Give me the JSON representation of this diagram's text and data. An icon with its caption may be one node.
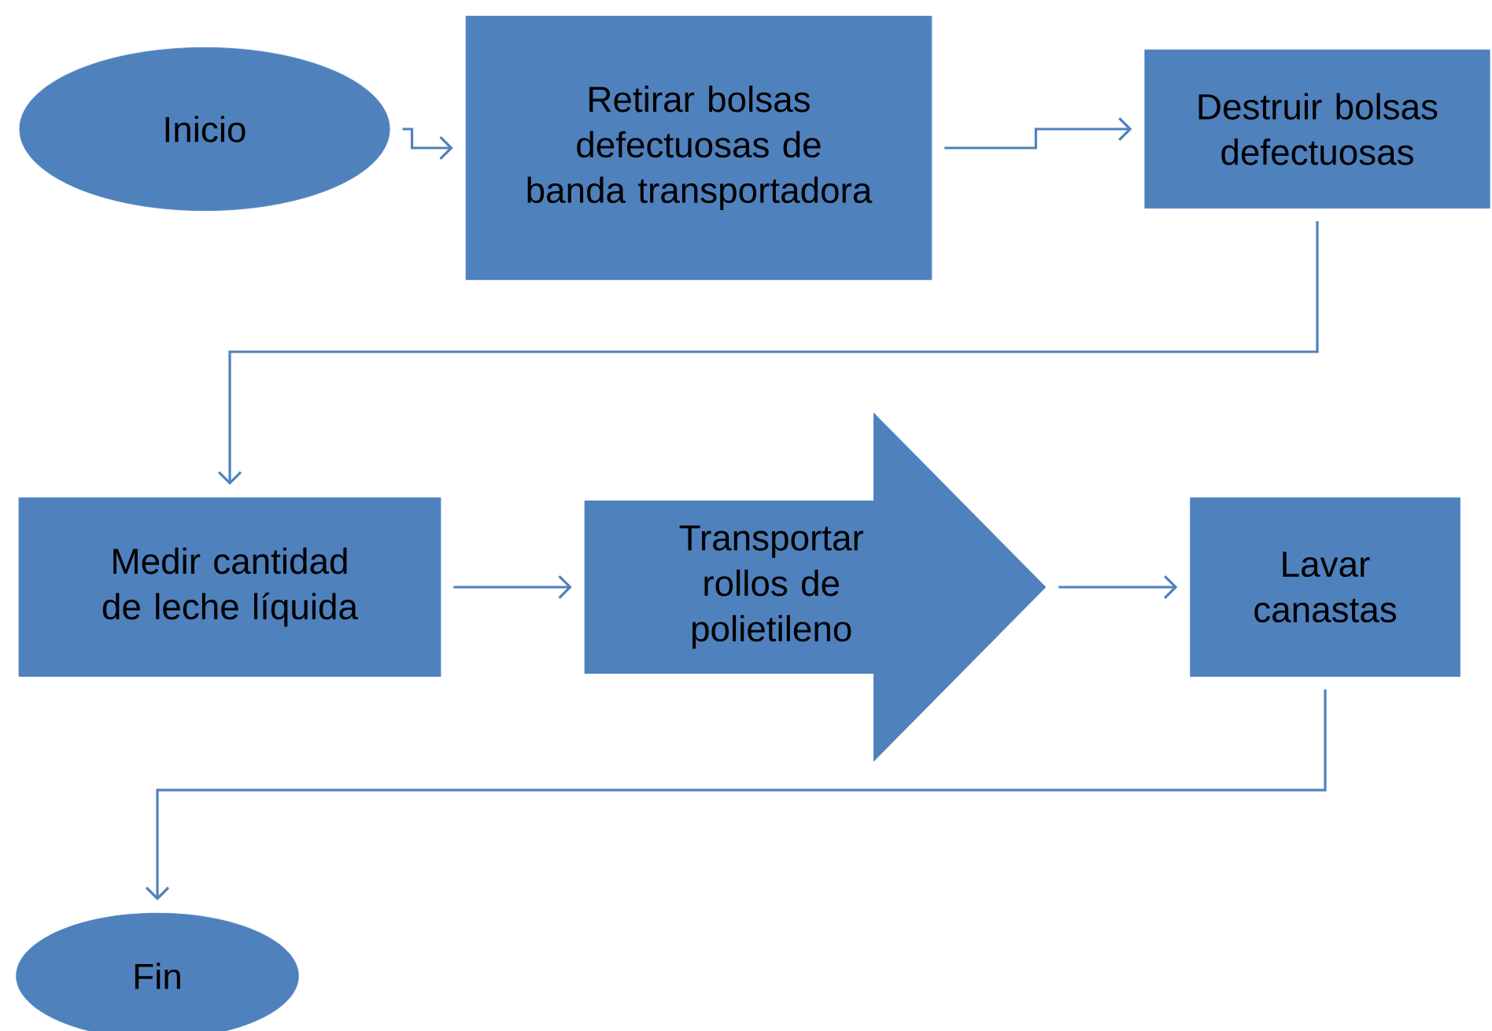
{
  "diagram": {
    "nodes": [
      {
        "text": [
          "Inicio"
        ]
      },
      {
        "text": [
          "Retirar bolsas defectuosas de banda transportadora"
        ]
      },
      {
        "text": [
          "Destruir bolsas defectuosas"
        ]
      },
      {
        "text": [
          "Medir cantidad de leche líquida"
        ]
      },
      {
        "text": [
          "Transportar rollos de polietileno"
        ]
      },
      {
        "text": [
          "Lavar canastas"
        ]
      },
      {
        "text": [
          "Fin"
        ]
      }
    ],
    "edges": [
      {
        "from": 0,
        "to": 1,
        "arrow": "to"
      },
      {
        "from": 1,
        "to": 2,
        "arrow": "to"
      },
      {
        "from": 2,
        "to": 3,
        "arrow": "to"
      },
      {
        "from": 3,
        "to": 4,
        "arrow": "to"
      },
      {
        "from": 4,
        "to": 5,
        "arrow": "to"
      },
      {
        "from": 5,
        "to": 6,
        "arrow": "to"
      }
    ]
  }
}
